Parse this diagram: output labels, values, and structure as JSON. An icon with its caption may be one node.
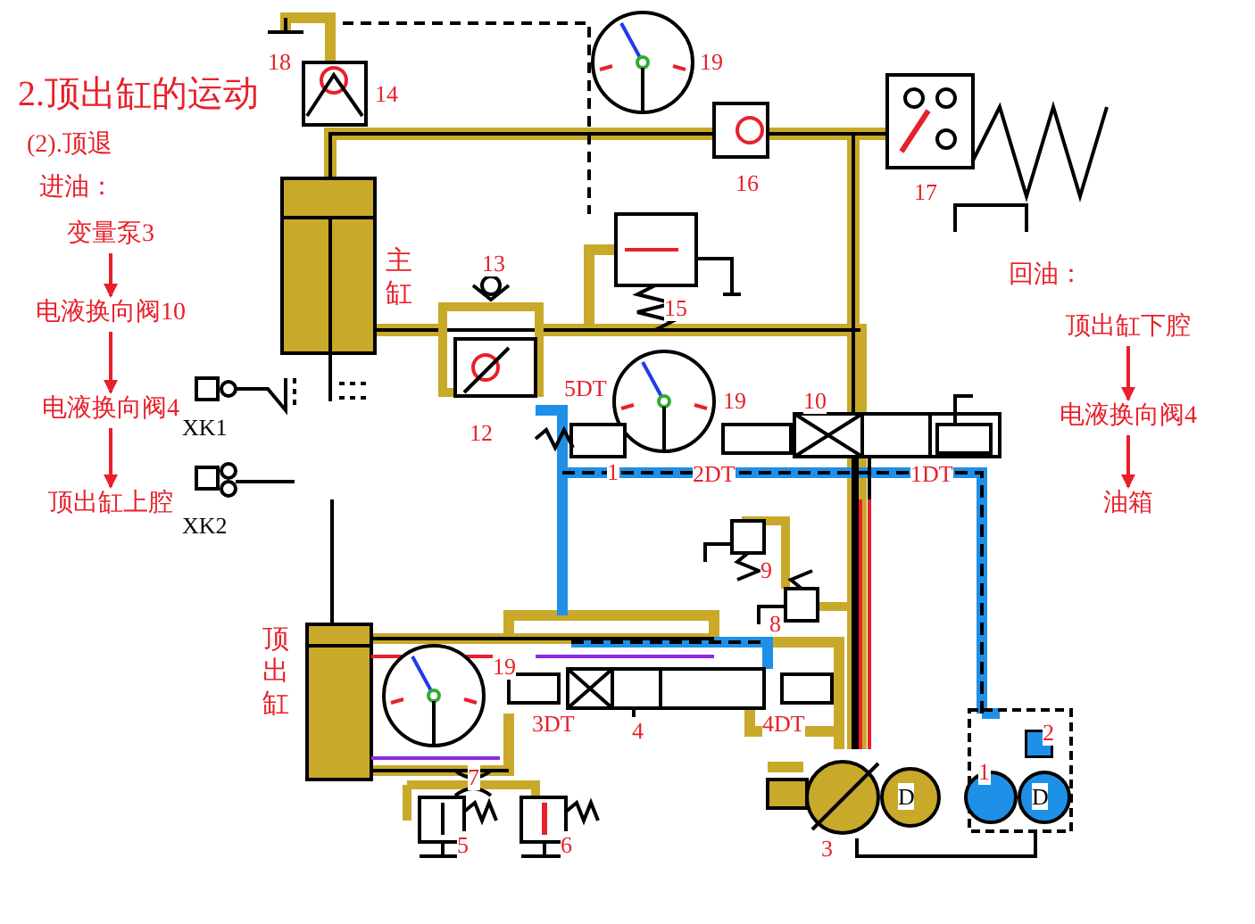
{
  "diagram": {
    "title": "2.顶出缸的运动",
    "nodes": [
      {
        "text": [
          "变量泵3"
        ]
      },
      {
        "text": [
          "电液换向阀10"
        ]
      },
      {
        "text": [
          "电液换向阀4"
        ]
      },
      {
        "text": [
          "顶出缸上腔"
        ]
      },
      {
        "text": [
          "顶出缸下腔"
        ]
      },
      {
        "text": [
          "电液换向阀4"
        ]
      },
      {
        "text": [
          "油箱"
        ]
      }
    ],
    "edges": [
      {
        "from": 0,
        "to": 1,
        "arrow": "to"
      },
      {
        "from": 1,
        "to": 2,
        "arrow": "to"
      },
      {
        "from": 2,
        "to": 3,
        "arrow": "to"
      },
      {
        "from": 4,
        "to": 5,
        "arrow": "to"
      },
      {
        "from": 5,
        "to": 6,
        "arrow": "to"
      }
    ],
    "labels": [
      "(2).顶退",
      "进油：",
      "18",
      "14",
      "19",
      "16",
      "17",
      "13",
      "主缸",
      "15",
      "回油：",
      "12",
      "5DT",
      "1",
      "19",
      "10",
      "2DT",
      "1DT",
      "XK1",
      "XK2",
      "9",
      "8",
      "顶出缸",
      "19",
      "3DT",
      "4",
      "4DT",
      "2",
      "7",
      "1",
      "5",
      "6",
      "3",
      "D",
      "D"
    ]
  }
}
